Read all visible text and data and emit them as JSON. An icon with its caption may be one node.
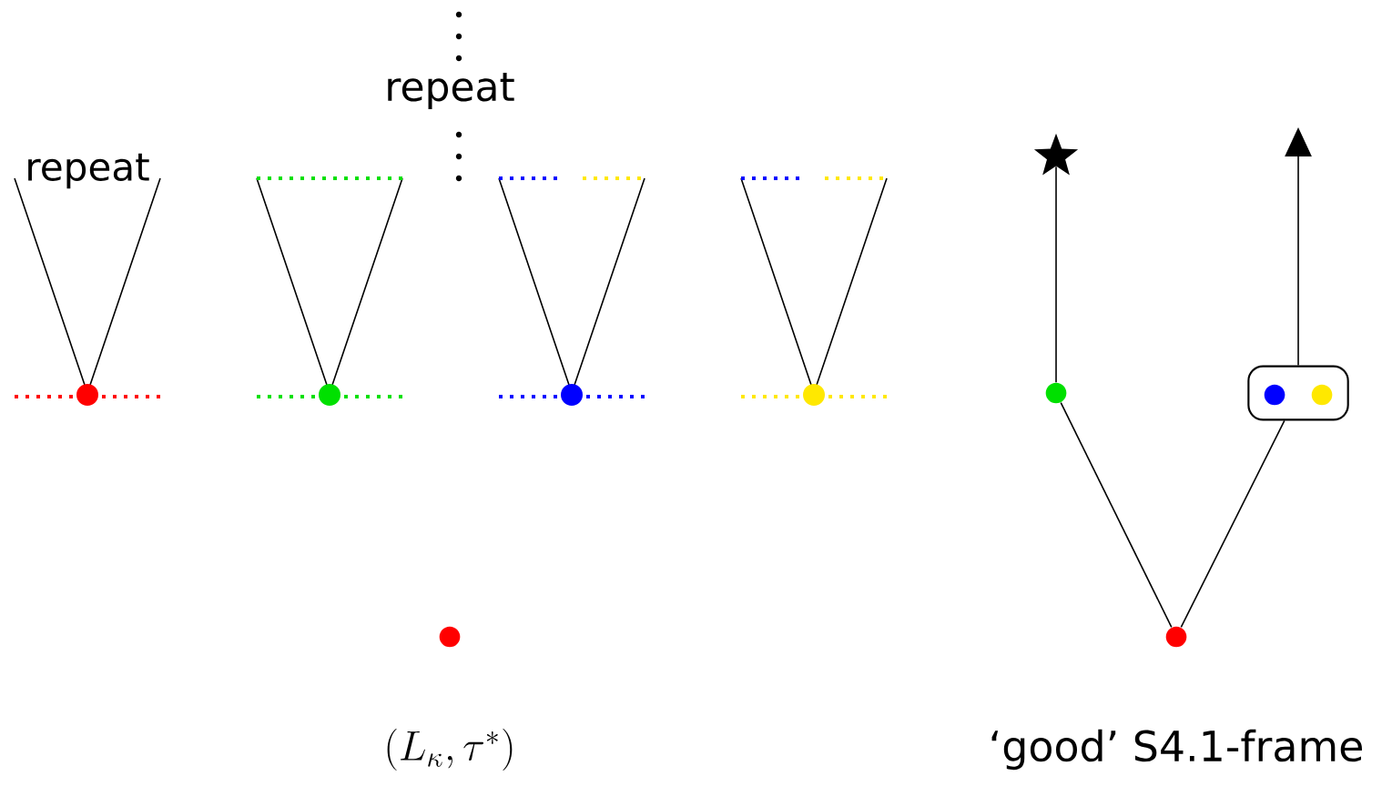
{
  "diagram": {
    "nodes": [
      {
        "text": [],
        "shape": "star"
      },
      {
        "text": [],
        "shape": "circle"
      },
      {
        "text": [],
        "shape": "box"
      },
      {
        "text": [],
        "shape": "circle",
        "in": 2
      },
      {
        "text": [],
        "shape": "circle",
        "in": 2
      },
      {
        "text": [],
        "shape": "circle"
      },
      {
        "text": [],
        "shape": "circle"
      }
    ],
    "edges": [
      {
        "from": 1,
        "to": 0,
        "arrow": "none"
      },
      {
        "from": 2,
        "to": null,
        "arrow": "to"
      },
      {
        "from": 6,
        "to": 1,
        "arrow": "none"
      },
      {
        "from": 6,
        "to": 2,
        "arrow": "none"
      }
    ],
    "labels": [
      "repeat",
      "repeat",
      "(L_\\kappa, \\tau^*)",
      "‘good’ S4.1-frame"
    ]
  }
}
